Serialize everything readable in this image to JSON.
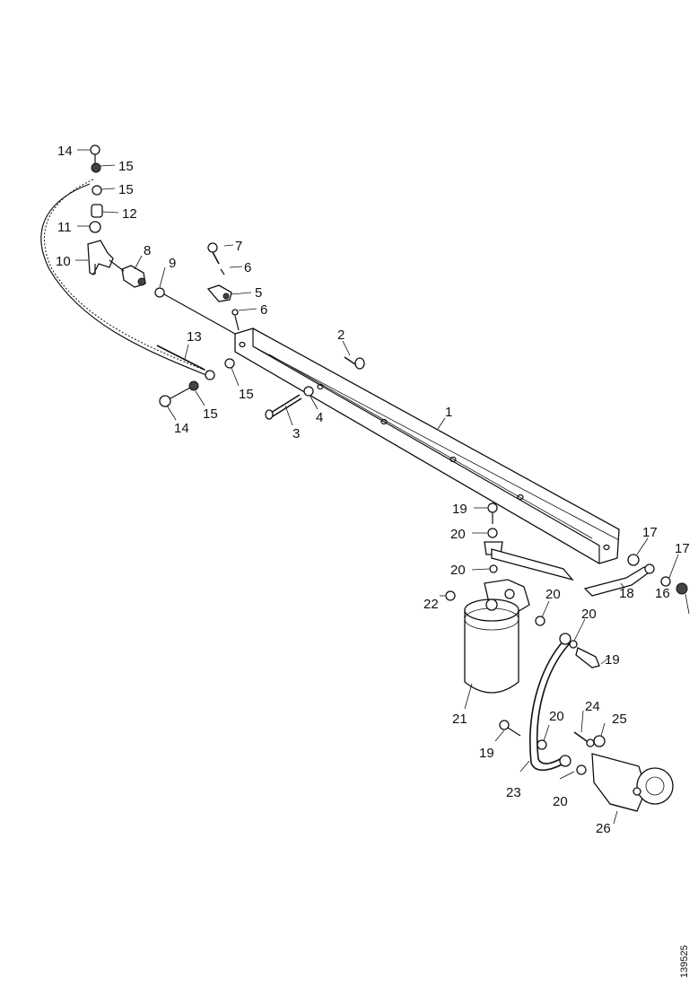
{
  "diagram": {
    "callouts": [
      {
        "id": "c14a",
        "text": "14"
      },
      {
        "id": "c15a",
        "text": "15"
      },
      {
        "id": "c15b",
        "text": "15"
      },
      {
        "id": "c12",
        "text": "12"
      },
      {
        "id": "c11",
        "text": "11"
      },
      {
        "id": "c10",
        "text": "10"
      },
      {
        "id": "c8",
        "text": "8"
      },
      {
        "id": "c9",
        "text": "9"
      },
      {
        "id": "c7",
        "text": "7"
      },
      {
        "id": "c6a",
        "text": "6"
      },
      {
        "id": "c5",
        "text": "5"
      },
      {
        "id": "c6b",
        "text": "6"
      },
      {
        "id": "c2",
        "text": "2"
      },
      {
        "id": "c13",
        "text": "13"
      },
      {
        "id": "c15c",
        "text": "15"
      },
      {
        "id": "c15d",
        "text": "15"
      },
      {
        "id": "c14b",
        "text": "14"
      },
      {
        "id": "c4",
        "text": "4"
      },
      {
        "id": "c3",
        "text": "3"
      },
      {
        "id": "c1",
        "text": "1"
      },
      {
        "id": "c19a",
        "text": "19"
      },
      {
        "id": "c20a",
        "text": "20"
      },
      {
        "id": "c20b",
        "text": "20"
      },
      {
        "id": "c22",
        "text": "22"
      },
      {
        "id": "c17a",
        "text": "17"
      },
      {
        "id": "c17b",
        "text": "17"
      },
      {
        "id": "c18",
        "text": "18"
      },
      {
        "id": "c16",
        "text": "16"
      },
      {
        "id": "c20c",
        "text": "20"
      },
      {
        "id": "c20d",
        "text": "20"
      },
      {
        "id": "c19b",
        "text": "19"
      },
      {
        "id": "c21",
        "text": "21"
      },
      {
        "id": "c24",
        "text": "24"
      },
      {
        "id": "c25",
        "text": "25"
      },
      {
        "id": "c20e",
        "text": "20"
      },
      {
        "id": "c19c",
        "text": "19"
      },
      {
        "id": "c23",
        "text": "23"
      },
      {
        "id": "c20f",
        "text": "20"
      },
      {
        "id": "c26",
        "text": "26"
      }
    ],
    "document_number": "139525"
  }
}
